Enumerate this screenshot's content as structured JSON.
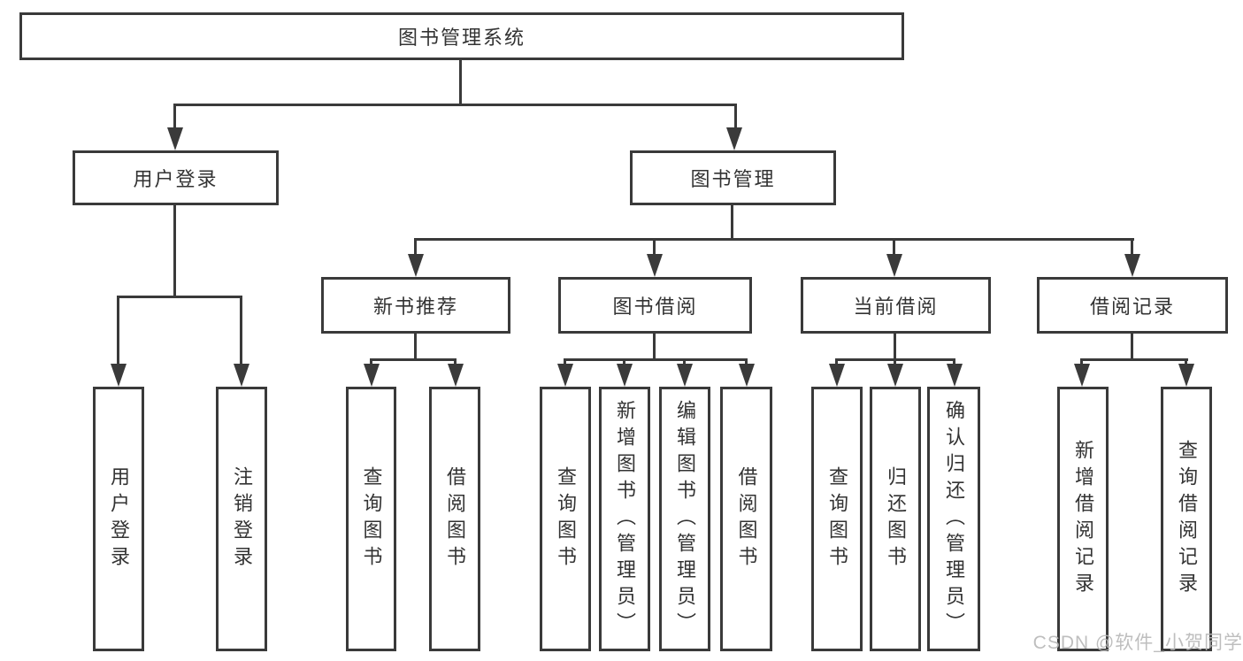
{
  "diagram": {
    "root": {
      "label": "图书管理系统"
    },
    "branches": [
      {
        "label": "用户登录",
        "children": [
          {
            "label": "用户登录"
          },
          {
            "label": "注销登录"
          }
        ]
      },
      {
        "label": "图书管理",
        "children": [
          {
            "label": "新书推荐",
            "children": [
              {
                "label": "查询图书"
              },
              {
                "label": "借阅图书"
              }
            ]
          },
          {
            "label": "图书借阅",
            "children": [
              {
                "label": "查询图书"
              },
              {
                "label": "新增图书（管理员）"
              },
              {
                "label": "编辑图书（管理员）"
              },
              {
                "label": "借阅图书"
              }
            ]
          },
          {
            "label": "当前借阅",
            "children": [
              {
                "label": "查询图书"
              },
              {
                "label": "归还图书"
              },
              {
                "label": "确认归还（管理员）"
              }
            ]
          },
          {
            "label": "借阅记录",
            "children": [
              {
                "label": "新增借阅记录"
              },
              {
                "label": "查询借阅记录"
              }
            ]
          }
        ]
      }
    ]
  },
  "watermark": {
    "text": "CSDN @软件_小贺同学",
    "color": "#b8b8b8"
  },
  "colors": {
    "line": "#3a3a3a",
    "text": "#333333",
    "background": "#ffffff"
  }
}
